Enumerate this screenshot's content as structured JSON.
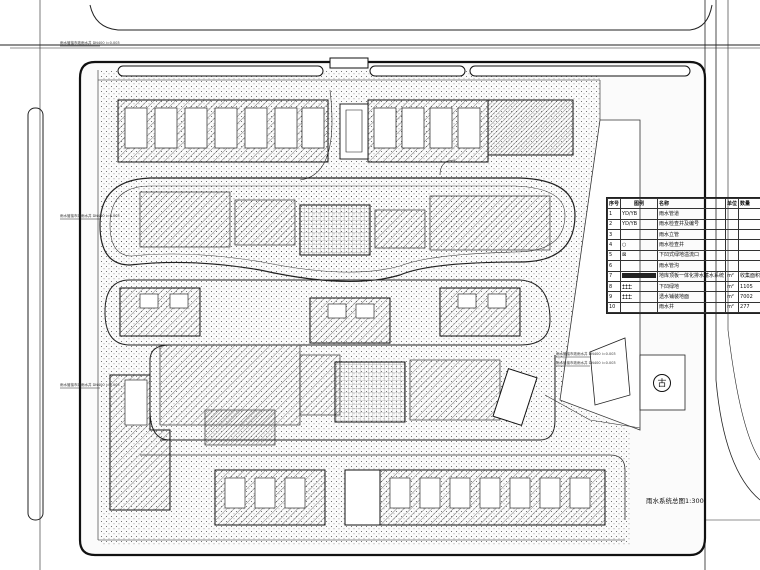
{
  "drawing": {
    "title": "雨水系统总图",
    "scale": "1:300"
  },
  "heritage_mark": "古",
  "pipe_labels": [
    "雨水管接市政雨水井 DN400 i=0.003",
    "雨水管接市政雨水井 DN400 i=0.003",
    "雨水管接市政雨水井 DN400 i=0.003",
    "雨水管接市政雨水井 DN400 i=0.003",
    "雨水管接市政雨水井 DN400 i=0.003"
  ],
  "legend": {
    "headers": [
      "序号",
      "图例",
      "名称",
      "单位",
      "数量"
    ],
    "rows": [
      {
        "no": "1",
        "symbol": "YD/YB",
        "name": "雨水管道",
        "unit": "",
        "qty": ""
      },
      {
        "no": "2",
        "symbol": "YD/YB",
        "name": "雨水检查井及编号",
        "unit": "",
        "qty": ""
      },
      {
        "no": "3",
        "symbol": "",
        "name": "雨水立管",
        "unit": "",
        "qty": ""
      },
      {
        "no": "4",
        "symbol": "○",
        "name": "雨水检查井",
        "unit": "",
        "qty": ""
      },
      {
        "no": "5",
        "symbol": "⊠",
        "name": "下凹式绿地溢流口",
        "unit": "",
        "qty": ""
      },
      {
        "no": "6",
        "symbol": "",
        "name": "雨水管沟",
        "unit": "",
        "qty": ""
      },
      {
        "no": "7",
        "symbol": "",
        "name": "地库顶板一体化排水蓄水系统",
        "unit": "m²",
        "qty": "收集面积"
      },
      {
        "no": "8",
        "symbol": "",
        "name": "下凹绿地",
        "unit": "m²",
        "qty": "1105"
      },
      {
        "no": "9",
        "symbol": "",
        "name": "透水铺装地面",
        "unit": "m²",
        "qty": "7002"
      },
      {
        "no": "10",
        "symbol": "",
        "name": "雨水井",
        "unit": "m²",
        "qty": "277"
      }
    ]
  }
}
